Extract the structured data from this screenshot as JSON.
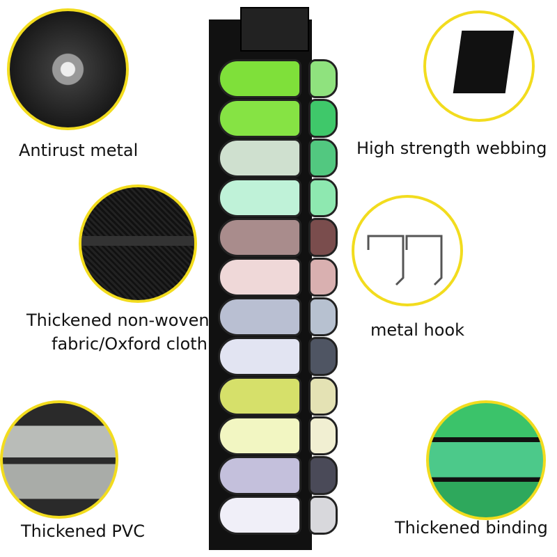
{
  "features": [
    {
      "label": "Antirust metal"
    },
    {
      "label": "High strength webbing"
    },
    {
      "label": "Thickened non-woven",
      "label2": "fabric/Oxford cloth"
    },
    {
      "label": "metal hook"
    },
    {
      "label": "Thickened PVC"
    },
    {
      "label": "Thickened binding"
    }
  ],
  "colors": {
    "border": "#f2dc1e"
  },
  "rolls_left": [
    "#7fe03a",
    "#86e344",
    "#cfe0cf",
    "#bff2d8",
    "#a98c8c",
    "#efd8d8",
    "#b9bfd2",
    "#e2e4f2",
    "#d6e06a",
    "#f2f6c2",
    "#c4c0dc",
    "#f0eff8"
  ],
  "rolls_right": [
    "#8fe27e",
    "#3fc86a",
    "#52c880",
    "#8ee8b0",
    "#7a4d4d",
    "#d9b0b0",
    "#b7c1d0",
    "#4f5563",
    "#e4e2b4",
    "#f1efd2",
    "#4a4a58",
    "#d8d8dc"
  ]
}
